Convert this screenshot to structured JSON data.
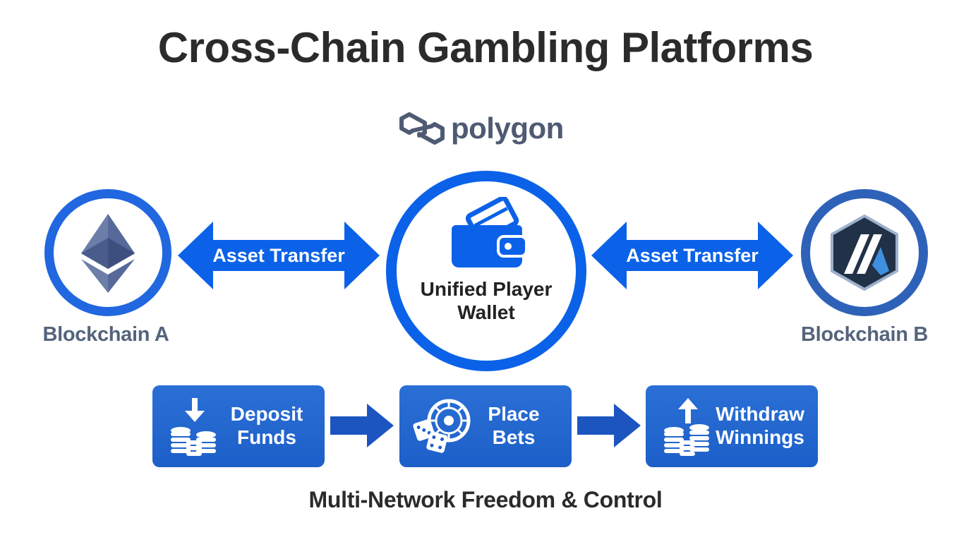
{
  "title": "Cross-Chain Gambling Platforms",
  "brand": {
    "name": "polygon",
    "icon": "polygon-logo-icon",
    "color": "#4f5a73"
  },
  "nodes": {
    "left": {
      "label": "Blockchain A",
      "icon": "ethereum-icon"
    },
    "center": {
      "line1": "Unified Player",
      "line2": "Wallet",
      "icon": "wallet-icon"
    },
    "right": {
      "label": "Blockchain B",
      "icon": "arbitrum-icon"
    }
  },
  "transfers": {
    "left": "Asset Transfer",
    "right": "Asset Transfer"
  },
  "steps": [
    {
      "line1": "Deposit",
      "line2": "Funds",
      "icon": "deposit-coins-icon"
    },
    {
      "line1": "Place",
      "line2": "Bets",
      "icon": "dice-roulette-icon"
    },
    {
      "line1": "Withdraw",
      "line2": "Winnings",
      "icon": "withdraw-coins-icon"
    }
  ],
  "footer": "Multi-Network Freedom & Control",
  "colors": {
    "primary_blue": "#0b62e8",
    "step_blue": "#1d5fc8",
    "label_gray": "#55647c",
    "title_dark": "#2b2b2b"
  }
}
